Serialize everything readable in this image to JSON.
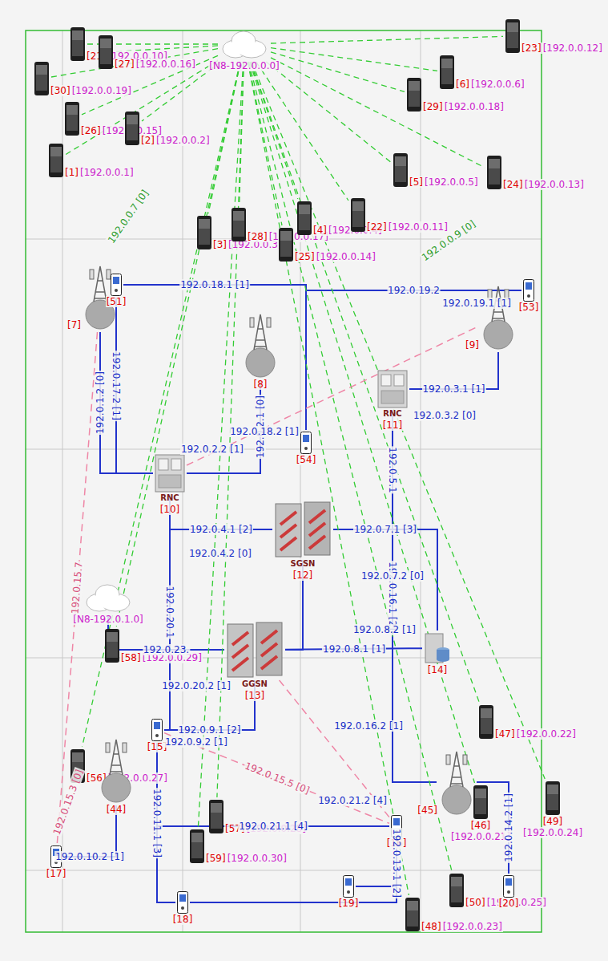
{
  "diagram": {
    "nodes": [
      {
        "text": [
          "[N8-192.0.0.0]"
        ]
      },
      {
        "text": [
          "[30]",
          "[192.0.0.19]"
        ]
      },
      {
        "text": [
          "[21]",
          "[192.0.0.10]"
        ]
      },
      {
        "text": [
          "[27]",
          "[192.0.0.16]"
        ]
      },
      {
        "text": [
          "[26]",
          "[192.0.0.15]"
        ]
      },
      {
        "text": [
          "[2]",
          "[192.0.0.2]"
        ]
      },
      {
        "text": [
          "[1]",
          "[192.0.0.1]"
        ]
      },
      {
        "text": [
          "[6]",
          "[192.0.0.6]"
        ]
      },
      {
        "text": [
          "[23]",
          "[192.0.0.12]"
        ]
      },
      {
        "text": [
          "[29]",
          "[192.0.0.18]"
        ]
      },
      {
        "text": [
          "[5]",
          "[192.0.0.5]"
        ]
      },
      {
        "text": [
          "[24]",
          "[192.0.0.13]"
        ]
      },
      {
        "text": [
          "[3]",
          "[192.0.0.3]"
        ]
      },
      {
        "text": [
          "[28]",
          "[192.0.0.17]"
        ]
      },
      {
        "text": [
          "[4]",
          "[192.0.0.4]"
        ]
      },
      {
        "text": [
          "[22]",
          "[192.0.0.11]"
        ]
      },
      {
        "text": [
          "[25]",
          "[192.0.0.14]"
        ]
      },
      {
        "text": [
          "[58]",
          "[192.0.0.29]"
        ]
      },
      {
        "text": [
          "[56]",
          "[192.0.0.27]"
        ]
      },
      {
        "text": [
          "[57]",
          "[192.0.0.28]"
        ]
      },
      {
        "text": [
          "[59]",
          "[192.0.0.30]"
        ]
      },
      {
        "text": [
          "[47]",
          "[192.0.0.22]"
        ]
      },
      {
        "text": [
          "[46]",
          "[192.0.0.21]"
        ]
      },
      {
        "text": [
          "[49]",
          "[192.0.0.24]"
        ]
      },
      {
        "text": [
          "[48]",
          "[192.0.0.23]"
        ]
      },
      {
        "text": [
          "[50]",
          "[192.0.0.25]"
        ]
      },
      {
        "text": [
          "[7]"
        ]
      },
      {
        "text": [
          "[8]"
        ]
      },
      {
        "text": [
          "[9]"
        ]
      },
      {
        "text": [
          "[44]"
        ]
      },
      {
        "text": [
          "[45]"
        ]
      },
      {
        "text": [
          "[51]"
        ]
      },
      {
        "text": [
          "[53]"
        ]
      },
      {
        "text": [
          "[54]"
        ]
      },
      {
        "text": [
          "[15]"
        ]
      },
      {
        "text": [
          "[17]"
        ]
      },
      {
        "text": [
          "[18]"
        ]
      },
      {
        "text": [
          "[19]"
        ]
      },
      {
        "text": [
          "[16]"
        ]
      },
      {
        "text": [
          "[20]"
        ]
      },
      {
        "text": [
          "RNC",
          "[10]"
        ]
      },
      {
        "text": [
          "RNC",
          "[11]"
        ]
      },
      {
        "text": [
          "SGSN",
          "[12]"
        ]
      },
      {
        "text": [
          "GGSN",
          "[13]"
        ]
      },
      {
        "text": [
          "[14]"
        ]
      },
      {
        "text": [
          "[N8-192.0.1.0]"
        ]
      }
    ],
    "edges": [
      {
        "from": 40,
        "to": 26,
        "arrow": "none",
        "label": "192.0.1.2 [0]"
      },
      {
        "from": 40,
        "to": 27,
        "arrow": "none",
        "label": "192.0.2.1 [0]"
      },
      {
        "from": 40,
        "to": 42,
        "arrow": "none",
        "label": "192.0.4.1 [2]"
      },
      {
        "from": 41,
        "to": 42,
        "arrow": "none",
        "label": "192.0.5.1"
      },
      {
        "from": 41,
        "to": 28,
        "arrow": "none",
        "label": "192.0.3.1 [1]"
      },
      {
        "from": 42,
        "to": 44,
        "arrow": "none",
        "label": "192.0.7.1 [3]"
      },
      {
        "from": 43,
        "to": 44,
        "arrow": "none",
        "label": "192.0.8.1 [1]"
      },
      {
        "from": 42,
        "to": 43,
        "arrow": "none"
      },
      {
        "from": 43,
        "to": 45,
        "arrow": "none",
        "label": "192.0.23."
      },
      {
        "from": 31,
        "to": 40,
        "arrow": "none",
        "label": "192.0.17.2 [1]"
      },
      {
        "from": 31,
        "to": 33,
        "arrow": "none",
        "label": "192.0.18.1 [1]"
      },
      {
        "from": 33,
        "to": 32,
        "arrow": "none",
        "label": "192.0.19.2"
      },
      {
        "from": 41,
        "to": 30,
        "arrow": "none",
        "label": "192.0.16.1 [2]"
      },
      {
        "from": 34,
        "to": 43,
        "arrow": "none",
        "label": "192.0.9.1 [2]"
      },
      {
        "from": 34,
        "to": 38,
        "arrow": "none",
        "label": "192.0.21.1 [4]"
      },
      {
        "from": 34,
        "to": 36,
        "arrow": "none",
        "label": "192.0.11.1 [3]"
      },
      {
        "from": 35,
        "to": 29,
        "arrow": "none",
        "label": "192.0.10.2 [1]"
      },
      {
        "from": 38,
        "to": 37,
        "arrow": "none",
        "label": "192.0.13.1 [2]"
      },
      {
        "from": 39,
        "to": 30,
        "arrow": "none",
        "label": "192.0.14.2 [1]"
      },
      {
        "from": 40,
        "to": 34,
        "arrow": "none",
        "label": "192.0.20.1"
      },
      {
        "from": 36,
        "to": 38,
        "arrow": "none"
      },
      {
        "from": 0,
        "to": 1,
        "arrow": "none"
      },
      {
        "from": 0,
        "to": 2,
        "arrow": "none"
      },
      {
        "from": 0,
        "to": 3,
        "arrow": "none"
      },
      {
        "from": 0,
        "to": 4,
        "arrow": "none"
      },
      {
        "from": 0,
        "to": 5,
        "arrow": "none"
      },
      {
        "from": 0,
        "to": 6,
        "arrow": "none"
      },
      {
        "from": 0,
        "to": 7,
        "arrow": "none"
      },
      {
        "from": 0,
        "to": 8,
        "arrow": "none"
      },
      {
        "from": 0,
        "to": 9,
        "arrow": "none"
      },
      {
        "from": 0,
        "to": 10,
        "arrow": "none"
      },
      {
        "from": 0,
        "to": 11,
        "arrow": "none"
      },
      {
        "from": 0,
        "to": 12,
        "arrow": "none"
      },
      {
        "from": 0,
        "to": 13,
        "arrow": "none"
      },
      {
        "from": 0,
        "to": 14,
        "arrow": "none"
      },
      {
        "from": 0,
        "to": 15,
        "arrow": "none"
      },
      {
        "from": 0,
        "to": 16,
        "arrow": "none"
      },
      {
        "from": 0,
        "to": 17,
        "arrow": "none"
      },
      {
        "from": 0,
        "to": 18,
        "arrow": "none"
      },
      {
        "from": 0,
        "to": 19,
        "arrow": "none"
      },
      {
        "from": 0,
        "to": 20,
        "arrow": "none"
      },
      {
        "from": 0,
        "to": 21,
        "arrow": "none"
      },
      {
        "from": 0,
        "to": 22,
        "arrow": "none"
      },
      {
        "from": 0,
        "to": 23,
        "arrow": "none"
      },
      {
        "from": 0,
        "to": 24,
        "arrow": "none"
      },
      {
        "from": 0,
        "to": 25,
        "arrow": "none"
      },
      {
        "from": 26,
        "to": 35,
        "arrow": "none",
        "label": "192.0.15.7"
      },
      {
        "from": 40,
        "to": 28,
        "arrow": "none"
      },
      {
        "from": 34,
        "to": 38,
        "arrow": "none",
        "label": "192.0.15.5 [0]"
      },
      {
        "from": 43,
        "to": 38,
        "arrow": "none"
      }
    ],
    "labels": [
      "192.0.2.2 [1]",
      "192.0.4.2 [0]",
      "192.0.3.2 [0]",
      "192.0.7.2 [0]",
      "192.0.8.2 [1]",
      "192.0.18.2 [1]",
      "192.0.19.1 [1]",
      "192.0.16.2 [1]",
      "192.0.9.2 [1]",
      "192.0.21.2 [4]",
      "192.0.20.2 [1]",
      "192.0.0.7 [0]",
      "192.0.0.9 [0]",
      "192.0.15.3 [0]"
    ]
  }
}
